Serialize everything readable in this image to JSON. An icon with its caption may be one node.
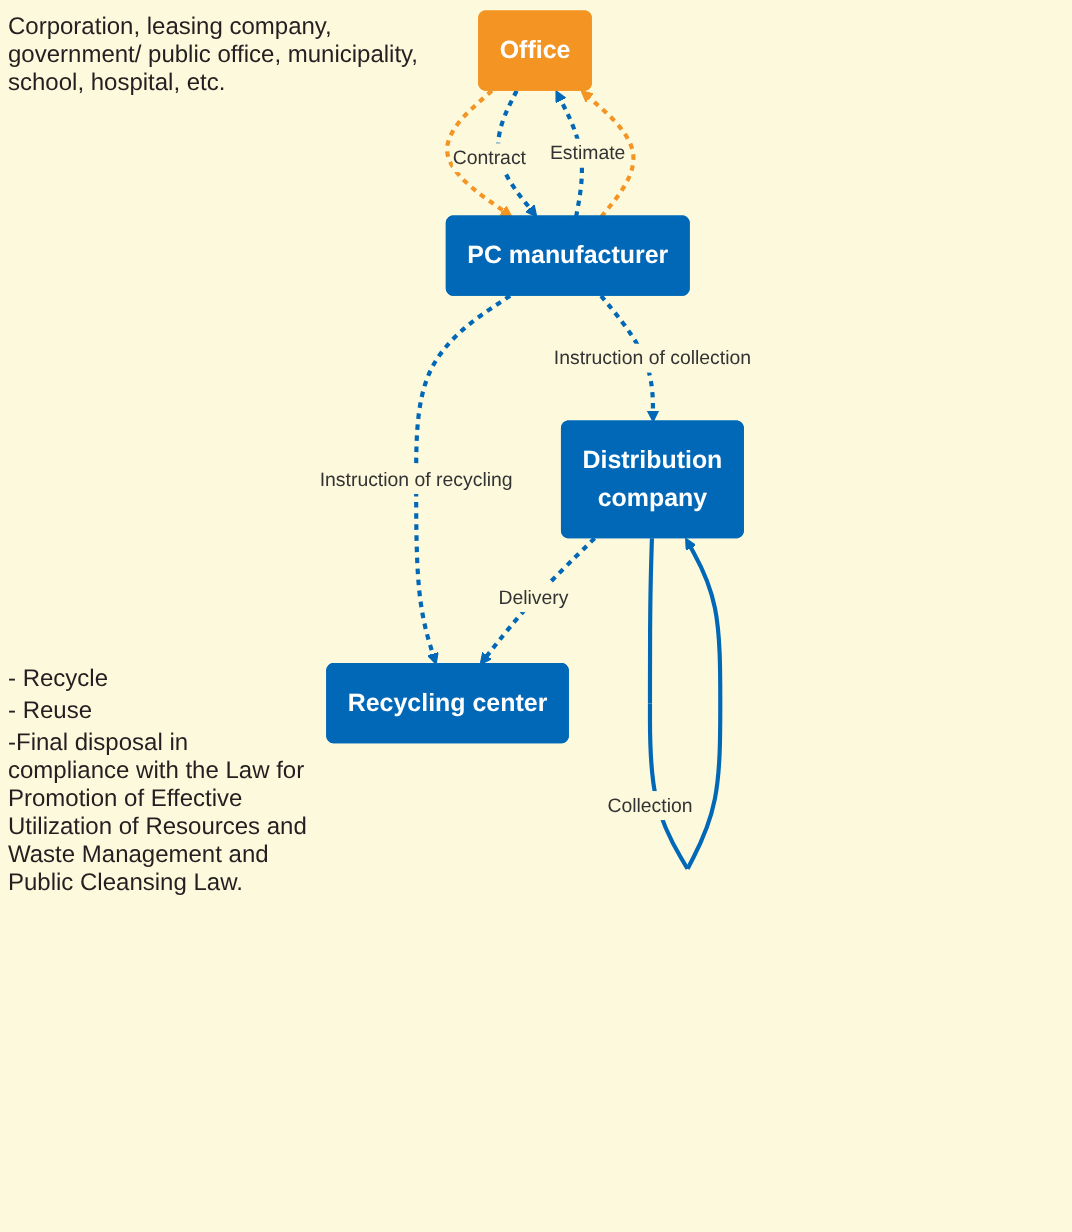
{
  "diagram": {
    "nodes": [
      {
        "text": [
          "Office"
        ],
        "beside": [
          "Corporation, leasing company, government/ public office, municipality, school, hospital, etc."
        ]
      },
      {
        "text": [
          "PC manufacturer"
        ]
      },
      {
        "text": [
          "Recycling center"
        ],
        "beside": [
          "- Recycle",
          "- Reuse",
          "-Final disposal in compliance with the Law for Promotion of Effective Utilization of Resources and Waste Management and Public Cleansing Law."
        ]
      },
      {
        "text": [
          "Distribution",
          "company"
        ]
      }
    ],
    "edges": [
      {
        "from": 0,
        "to": 1,
        "arrow": "to",
        "style": "dashed",
        "color": "#f39423"
      },
      {
        "from": 1,
        "to": 0,
        "arrow": "to",
        "label": "Estimate",
        "style": "dashed"
      },
      {
        "from": 0,
        "to": 1,
        "arrow": "to",
        "label": "Contract",
        "style": "dashed"
      },
      {
        "from": 1,
        "to": 0,
        "arrow": "to",
        "style": "dashed",
        "color": "#f39423"
      },
      {
        "from": 1,
        "to": 2,
        "arrow": "to",
        "label": "Instruction of recycling",
        "style": "dashed"
      },
      {
        "from": 1,
        "to": 3,
        "arrow": "to",
        "label": "Instruction of collection",
        "style": "dashed"
      },
      {
        "from": 3,
        "to": 2,
        "arrow": "to",
        "label": "Delivery",
        "style": "dashed"
      },
      {
        "from": 3,
        "to": 3,
        "arrow": "to",
        "label": "Collection"
      }
    ]
  }
}
